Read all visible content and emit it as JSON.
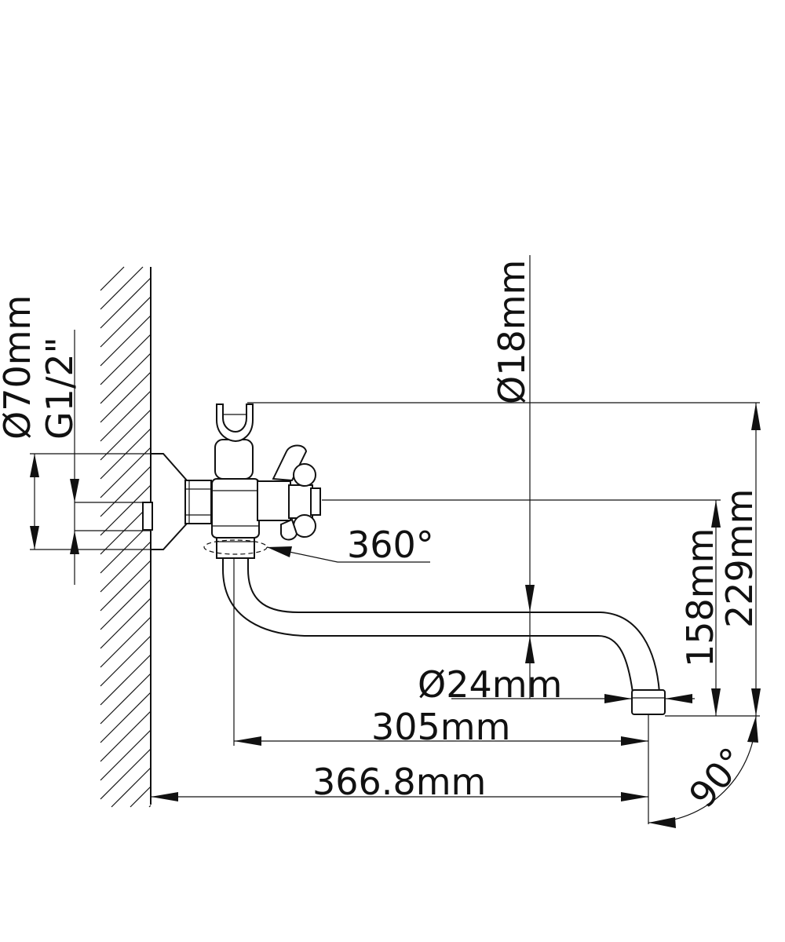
{
  "dimensions": {
    "flange_diameter": "Ø70mm",
    "thread": "G1/2\"",
    "pipe_diameter": "Ø18mm",
    "rotation": "360°",
    "spout_diameter": "Ø24mm",
    "spout_reach": "305mm",
    "total_reach": "366.8mm",
    "spout_height": "158mm",
    "total_height": "229mm",
    "angle": "90°"
  }
}
